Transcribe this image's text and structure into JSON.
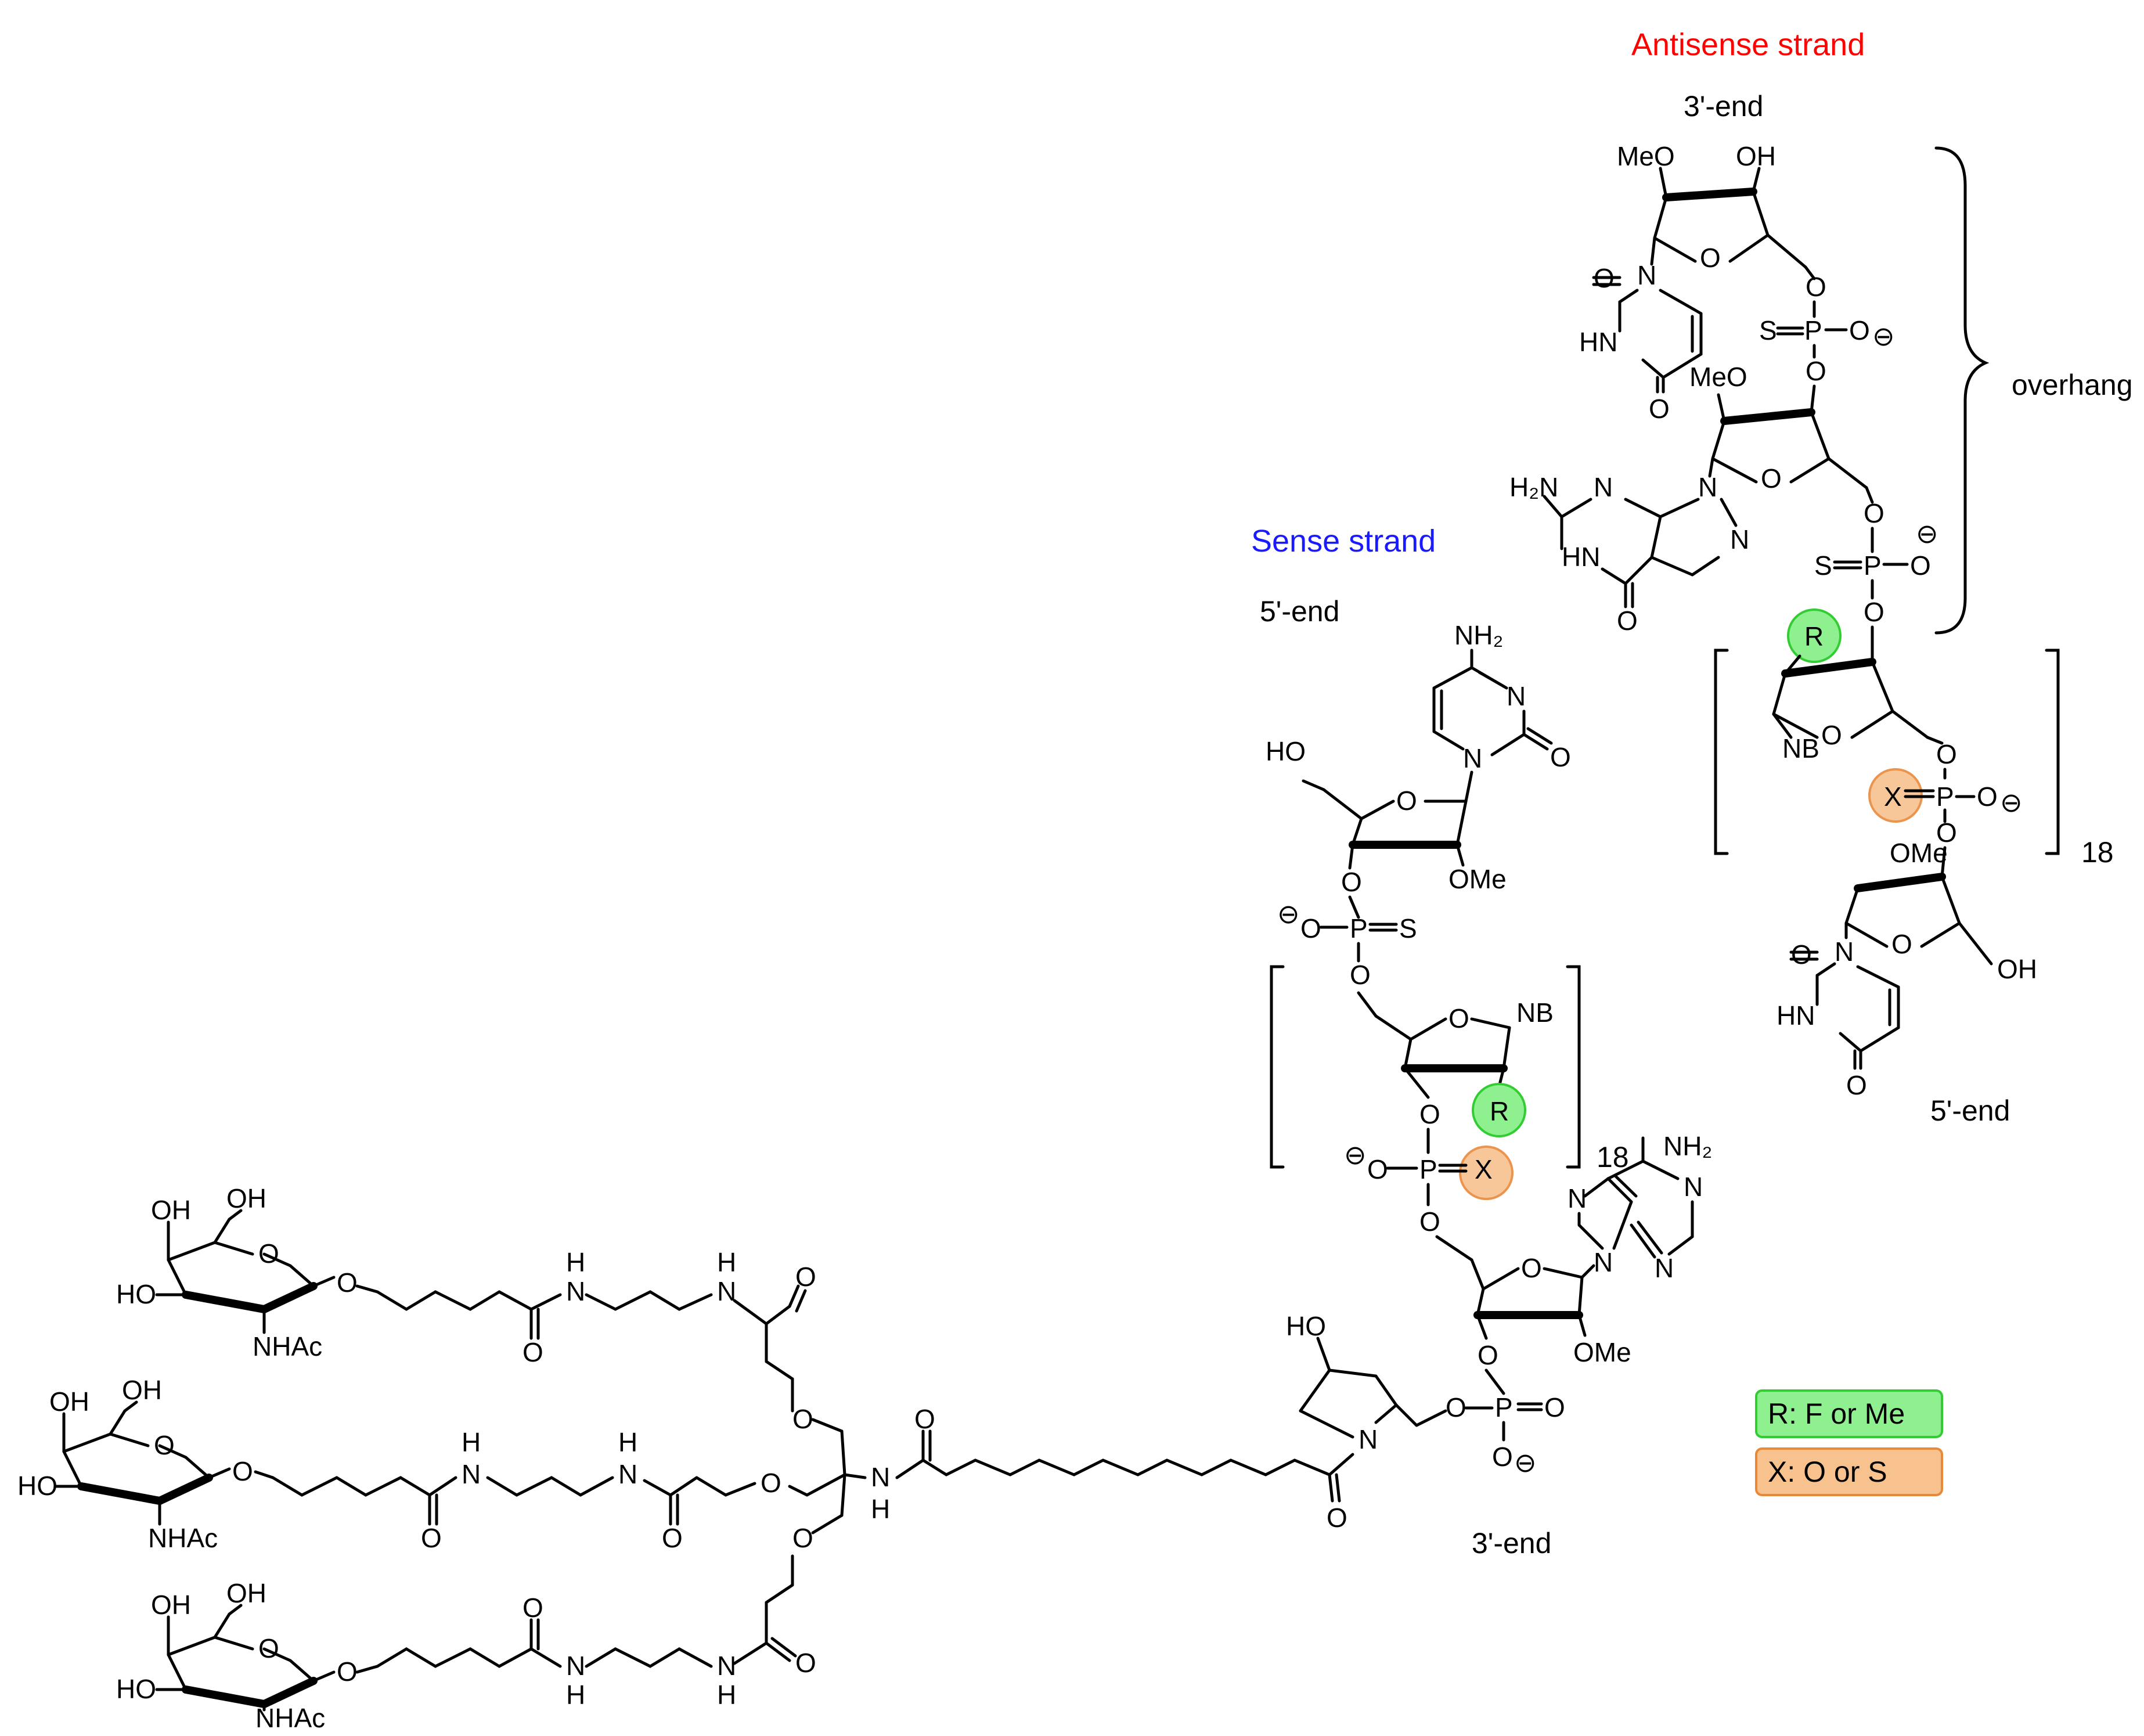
{
  "captions": {
    "antisense": "Antisense strand",
    "sense": "Sense strand",
    "as_3end": "3'-end",
    "as_5end": "5'-end",
    "s_5end": "5'-end",
    "s_3end": "3'-end",
    "overhang": "overhang",
    "repeat_as": "18",
    "repeat_s": "18"
  },
  "legend": {
    "r": "R: F or Me",
    "x": "X: O or S"
  },
  "labels": {
    "R": "R",
    "X": "X",
    "NB": "NB",
    "OH": "OH",
    "HO": "HO",
    "MeO": "MeO",
    "OMe": "OMe",
    "O": "O",
    "N": "N",
    "P": "P",
    "S": "S",
    "H": "H",
    "HN": "HN",
    "H2N": "H₂N",
    "NH2": "NH₂",
    "NHAc": "NHAc",
    "neg": "⊖"
  },
  "colors": {
    "antisense": "#ff0000",
    "sense": "#1a1aff",
    "r_fill": "#8ef08e",
    "r_stroke": "#33cc33",
    "x_fill": "#f8c28e",
    "x_stroke": "#e8893a",
    "bond": "#000000"
  }
}
